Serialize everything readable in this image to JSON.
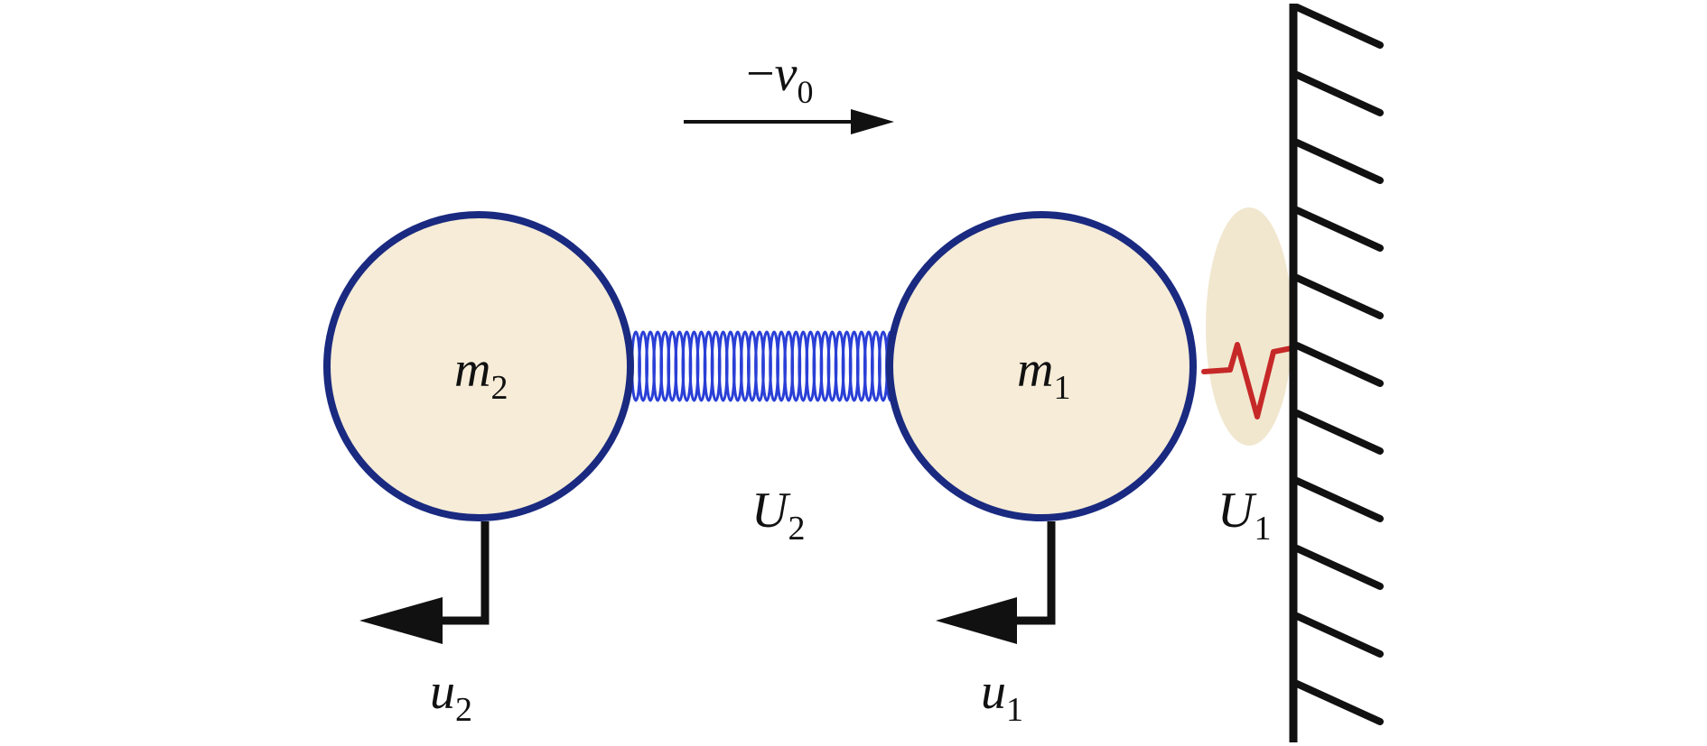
{
  "labels": {
    "velocity": {
      "minus": "−",
      "symbol": "v",
      "subscript": "0"
    },
    "mass_2": {
      "symbol": "m",
      "subscript": "2"
    },
    "mass_1": {
      "symbol": "m",
      "subscript": "1"
    },
    "potential_2": {
      "symbol": "U",
      "subscript": "2"
    },
    "potential_1": {
      "symbol": "U",
      "subscript": "1"
    },
    "displacement_2": {
      "symbol": "u",
      "subscript": "2"
    },
    "displacement_1": {
      "symbol": "u",
      "subscript": "1"
    }
  },
  "colors": {
    "ball_fill": "#f6ecd7",
    "ball_outline": "#1a2a80",
    "spring": "#2a3fd6",
    "contact_spring": "#c62828",
    "contact_glow": "#f1e7cf",
    "wall": "#111111",
    "arrow": "#111111"
  }
}
